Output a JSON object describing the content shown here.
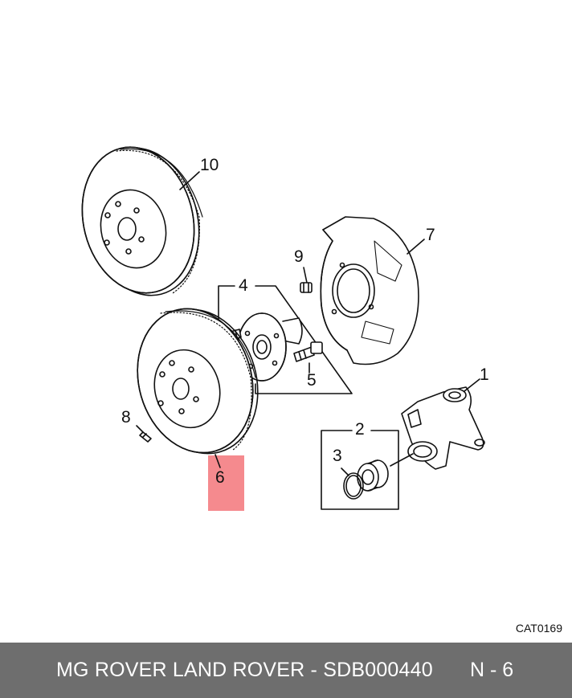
{
  "callouts": {
    "c1": "1",
    "c2": "2",
    "c3": "3",
    "c4": "4",
    "c5": "5",
    "c6": "6",
    "c7": "7",
    "c8": "8",
    "c9": "9",
    "c10": "10"
  },
  "highlighted_part": "6",
  "highlight_color": "#f58a8e",
  "catalog_code": "CAT0169",
  "footer": {
    "title": "MG ROVER LAND ROVER - SDB000440",
    "page": "N - 6",
    "background": "#6e6e6e"
  }
}
